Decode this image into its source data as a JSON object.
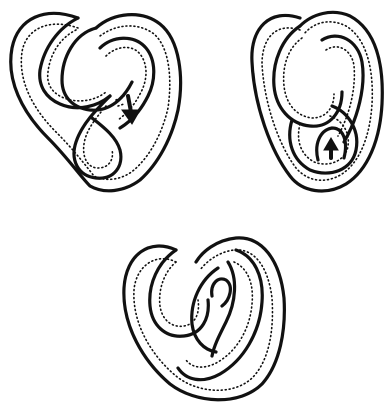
{
  "figure": {
    "panels": [
      {
        "id": "top-left",
        "has_arrow": true,
        "arrow_direction": "down"
      },
      {
        "id": "top-right",
        "has_arrow": true,
        "arrow_direction": "up"
      },
      {
        "id": "bottom",
        "has_arrow": false,
        "arrow_direction": ""
      }
    ],
    "colors": {
      "stroke": "#111111",
      "background": "#ffffff"
    }
  }
}
